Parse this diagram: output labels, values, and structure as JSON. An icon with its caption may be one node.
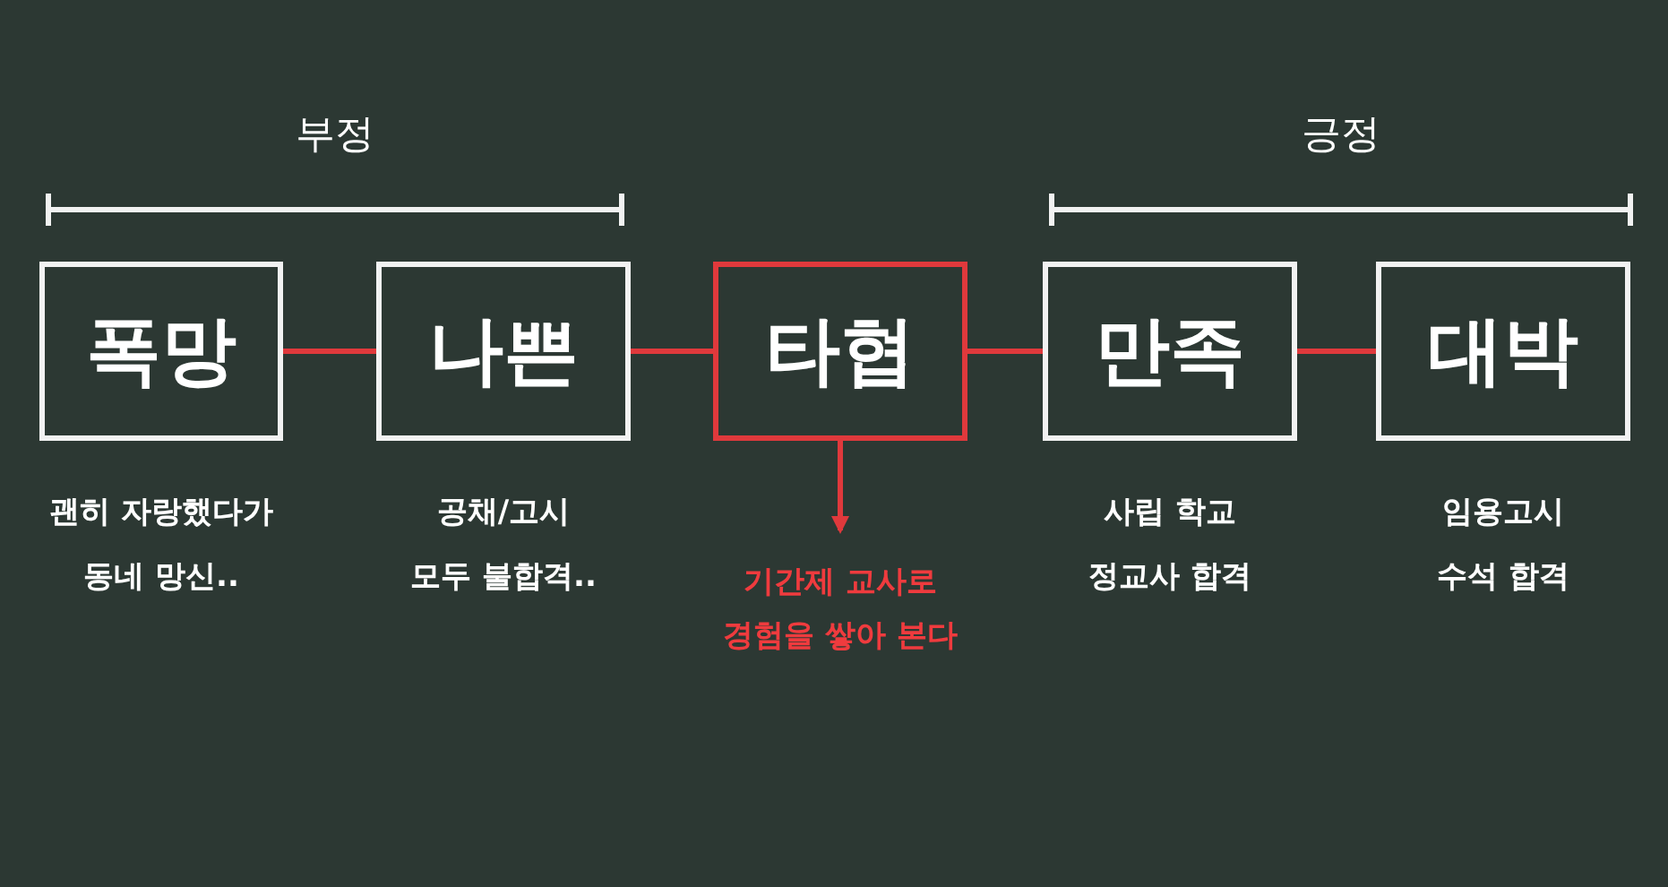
{
  "diagram": {
    "nodes": [
      {
        "text": [
          "폭망"
        ],
        "beside": [
          "괜히 자랑했다가 동네 망신.."
        ]
      },
      {
        "text": [
          "나쁜"
        ],
        "beside": [
          "공채/고시 모두 불합격.."
        ]
      },
      {
        "text": [
          "타협"
        ]
      },
      {
        "text": [
          "만족"
        ],
        "beside": [
          "사립 학교 정교사 합격"
        ]
      },
      {
        "text": [
          "대박"
        ],
        "beside": [
          "임용고시 수석 합격"
        ]
      },
      {
        "text": [
          "기간제 교사로 경험을 쌓아 본다"
        ]
      }
    ],
    "edges": [
      {
        "from": 0,
        "to": 1,
        "arrow": "none"
      },
      {
        "from": 1,
        "to": 2,
        "arrow": "none"
      },
      {
        "from": 2,
        "to": 3,
        "arrow": "none"
      },
      {
        "from": 3,
        "to": 4,
        "arrow": "none"
      },
      {
        "from": 2,
        "to": 5,
        "arrow": "to"
      }
    ],
    "labels": [
      "부정",
      "긍정"
    ]
  }
}
